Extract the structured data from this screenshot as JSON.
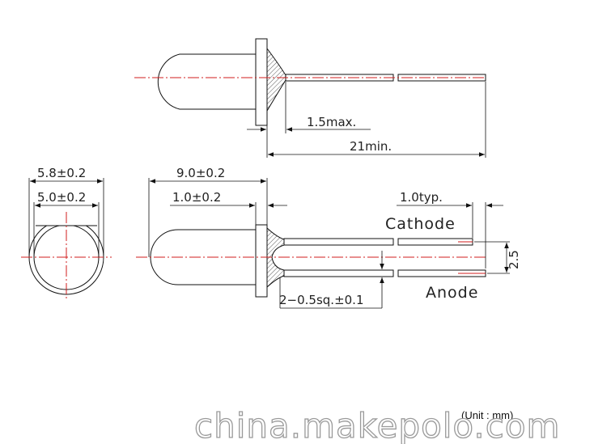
{
  "dimensions": {
    "lead_gap": "1.5max.",
    "lead_length": "21min.",
    "flange_diameter": "5.8±0.2",
    "body_diameter": "5.0±0.2",
    "body_length": "9.0±0.2",
    "flange_thickness": "1.0±0.2",
    "lead_end": "1.0typ.",
    "lead_spacing": "2.5",
    "lead_size": "2−0.5sq.±0.1"
  },
  "labels": {
    "cathode": "Cathode",
    "anode": "Anode",
    "unit": "(Unit : mm)"
  },
  "watermark": "china.makepolo.com",
  "colors": {
    "outline": "#111111",
    "centerline": "#d21e1e",
    "background": "#ffffff"
  }
}
